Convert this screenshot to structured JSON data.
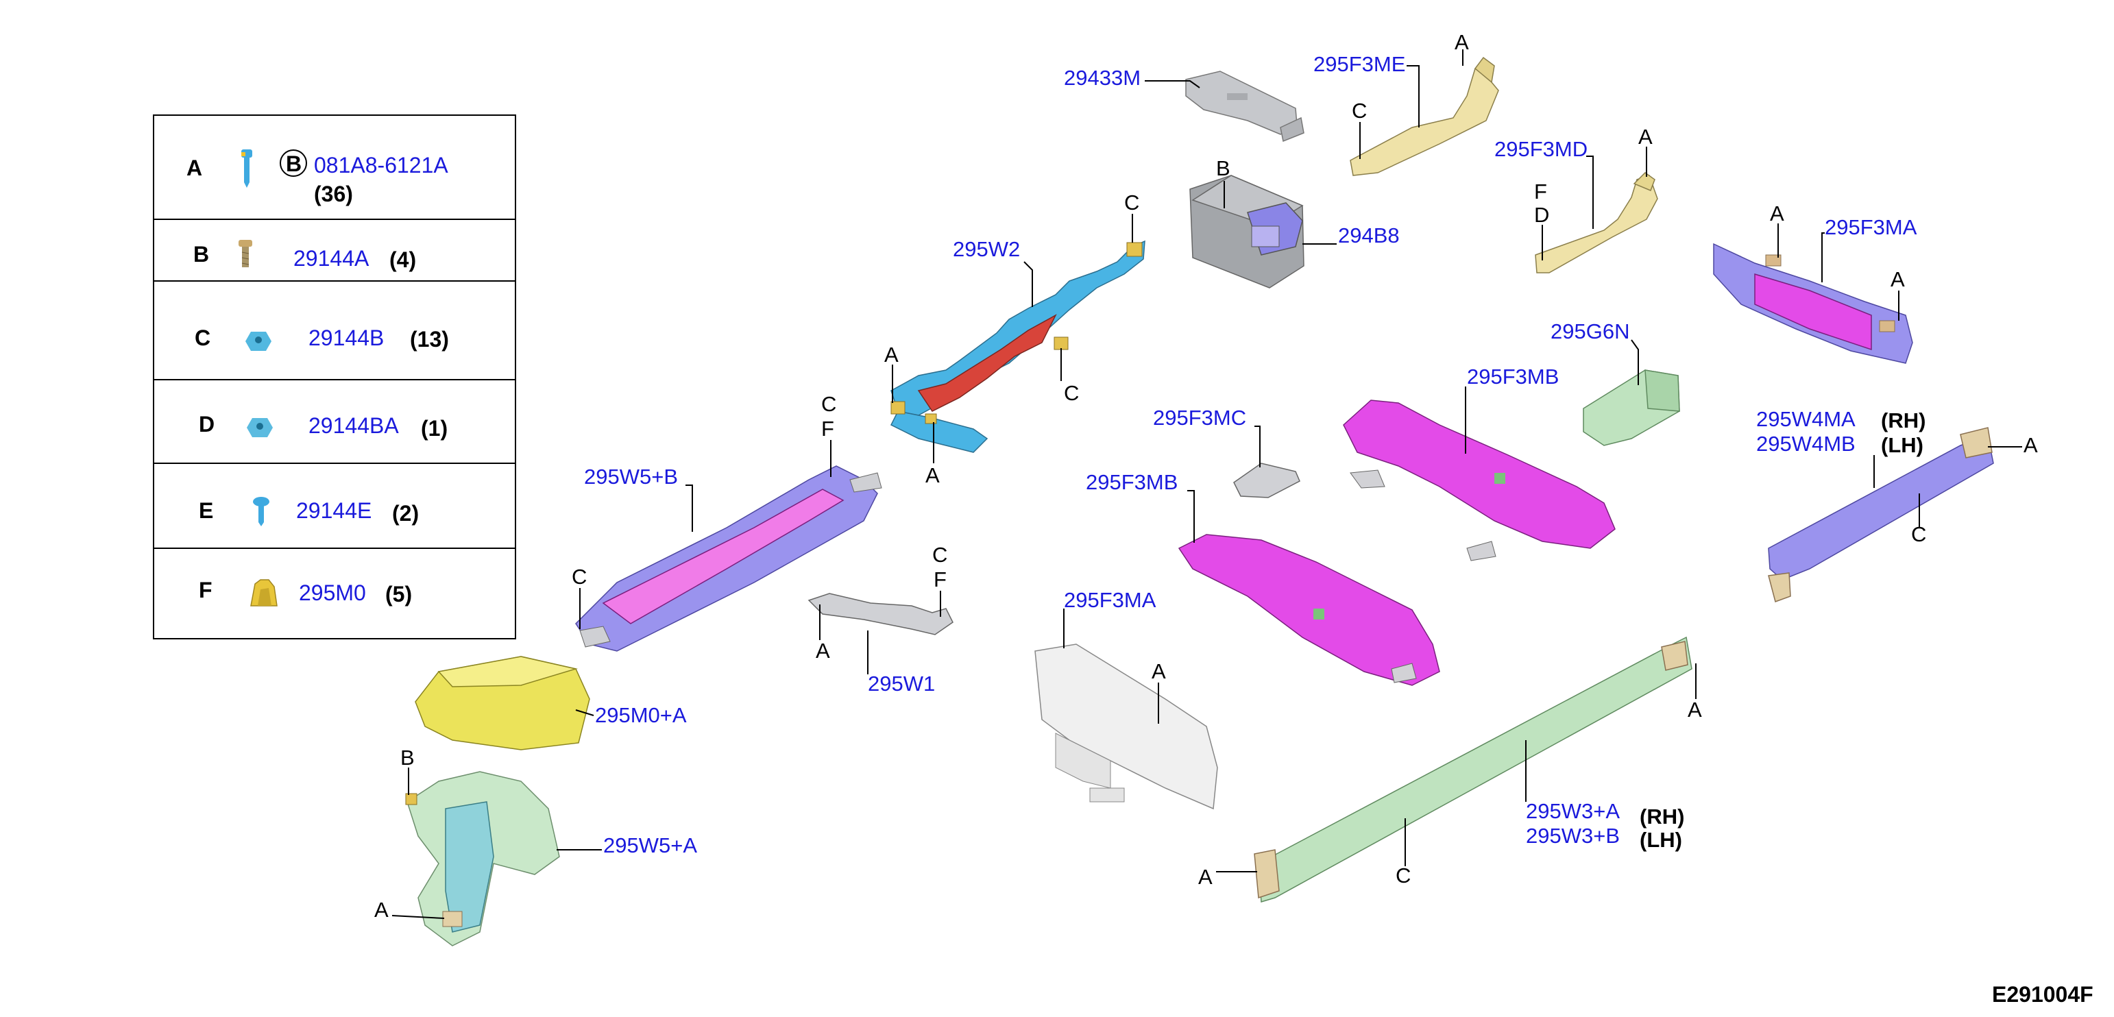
{
  "figure_code": "E291004F",
  "legend": {
    "rows": [
      {
        "key": "A",
        "symbol": "B",
        "part": "081A8-6121A",
        "qty": "(36)"
      },
      {
        "key": "B",
        "part": "29144A",
        "qty": "(4)"
      },
      {
        "key": "C",
        "part": "29144B",
        "qty": "(13)"
      },
      {
        "key": "D",
        "part": "29144BA",
        "qty": "(1)"
      },
      {
        "key": "E",
        "part": "29144E",
        "qty": "(2)"
      },
      {
        "key": "F",
        "part": "295M0",
        "qty": "(5)"
      }
    ]
  },
  "colors": {
    "part_number": "#1a1adc",
    "callout": "#000000",
    "blue_part": "#42b4e6",
    "red_part": "#d23a2e",
    "violet_part": "#9a93ee",
    "magenta_part": "#e34be8",
    "tan_part": "#efe2a8",
    "green_part": "#bfe3bf",
    "yellow_part": "#ebe35a",
    "grey_part": "#c7c8cc",
    "white_part": "#f0f0f0",
    "cyan_part": "#8fd2da",
    "gold_fastener": "#d6b84e"
  },
  "parts": {
    "p29433M": "29433M",
    "p295F3ME": "295F3ME",
    "p295F3MD": "295F3MD",
    "p294B8": "294B8",
    "p295W2": "295W2",
    "p295F3MA_top": "295F3MA",
    "p295G6N": "295G6N",
    "p295F3MB_upper": "295F3MB",
    "p295F3MC": "295F3MC",
    "p295W4MA": "295W4MA",
    "p295W4MB": "295W4MB",
    "p295W5B": "295W5+B",
    "p295F3MB_lower": "295F3MB",
    "p295F3MA_lower": "295F3MA",
    "p295W1": "295W1",
    "p295M0A": "295M0+A",
    "p295W5A": "295W5+A",
    "p295W3A": "295W3+A",
    "p295W3B": "295W3+B"
  },
  "qualifiers": {
    "rh": "(RH)",
    "lh": "(LH)"
  },
  "callouts": {
    "a": "A",
    "b": "B",
    "c": "C",
    "d": "D",
    "f": "F"
  }
}
